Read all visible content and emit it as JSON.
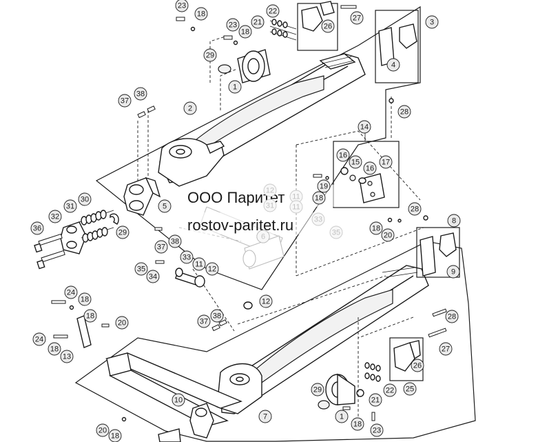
{
  "watermark": {
    "company": "ООО Паритет",
    "site": "rostov-paritet.ru"
  },
  "callouts": {
    "upper": [
      "23",
      "18",
      "22",
      "26",
      "27",
      "3",
      "23",
      "18",
      "21",
      "29",
      "4",
      "1",
      "37",
      "38",
      "2",
      "28",
      "14",
      "16",
      "15",
      "16",
      "17",
      "19",
      "18",
      "36",
      "32",
      "31",
      "30",
      "5",
      "29",
      "37",
      "38",
      "6",
      "35",
      "34",
      "33",
      "11",
      "12",
      "28",
      "18",
      "20",
      "12",
      "8",
      "9",
      "12"
    ],
    "lower": [
      "24",
      "18",
      "37",
      "38",
      "28",
      "18",
      "20",
      "24",
      "18",
      "13",
      "27",
      "26",
      "22",
      "25",
      "29",
      "21",
      "1",
      "10",
      "7",
      "18",
      "20",
      "18",
      "23"
    ]
  },
  "faded_callouts": [
    "38",
    "19",
    "18",
    "12",
    "11",
    "31",
    "35",
    "33",
    "11",
    "6"
  ]
}
